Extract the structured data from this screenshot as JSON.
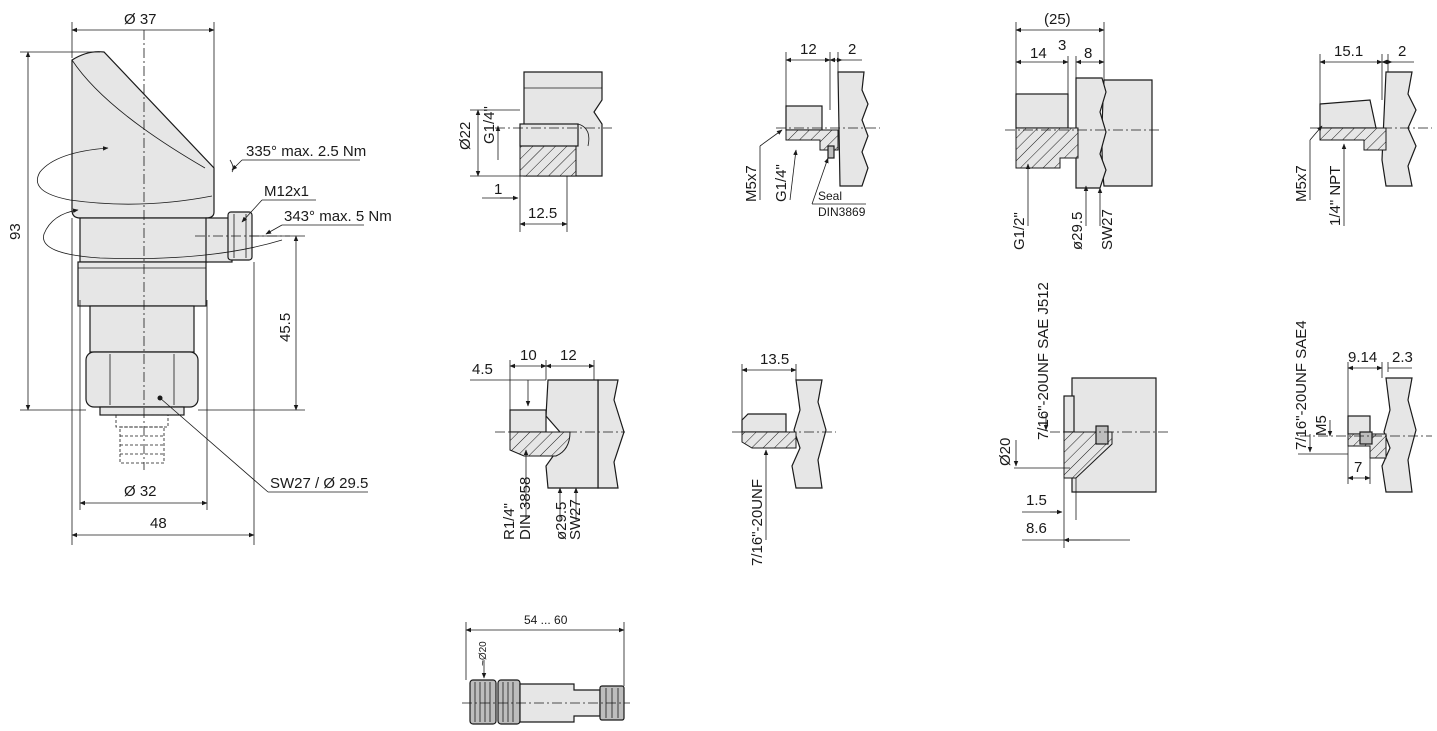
{
  "main": {
    "d_top": "Ø 37",
    "height": "93",
    "rot1": "335° max. 2.5 Nm",
    "thread_conn": "M12x1",
    "rot2": "343° max. 5 Nm",
    "h455": "45.5",
    "sw": "SW27 / Ø 29.5",
    "d32": "Ø 32",
    "w48": "48"
  },
  "g14": {
    "d22": "Ø22",
    "thread": "G1/4\"",
    "one": "1",
    "len": "12.5"
  },
  "m5g14": {
    "l12": "12",
    "l2": "2",
    "m5": "M5x7",
    "thread": "G1/4\"",
    "seal": "Seal",
    "din": "DIN3869"
  },
  "g12": {
    "l25": "(25)",
    "l14": "14",
    "l3": "3",
    "l8": "8",
    "thread": "G1/2\"",
    "d295": "ø29.5",
    "sw": "SW27"
  },
  "npt": {
    "l151": "15.1",
    "l2": "2",
    "m5": "M5x7",
    "thread": "1/4\" NPT"
  },
  "r14": {
    "l10": "10",
    "l12": "12",
    "l45": "4.5",
    "thread": "R1/4\"",
    "din": "DIN 3858",
    "d295": "ø29.5",
    "sw": "SW27"
  },
  "unf": {
    "l135": "13.5",
    "thread": "7/16\"-20UNF"
  },
  "j512": {
    "thread": "7/16\"-20UNF SAE J512",
    "d20": "Ø20",
    "l15": "1.5",
    "l86": "8.6"
  },
  "sae4": {
    "thread": "7/16\"-20UNF SAE4",
    "l914": "9.14",
    "l23": "2.3",
    "m5": "M5",
    "l7": "7"
  },
  "plug": {
    "len": "54 ... 60",
    "dia": "~Ø20"
  }
}
